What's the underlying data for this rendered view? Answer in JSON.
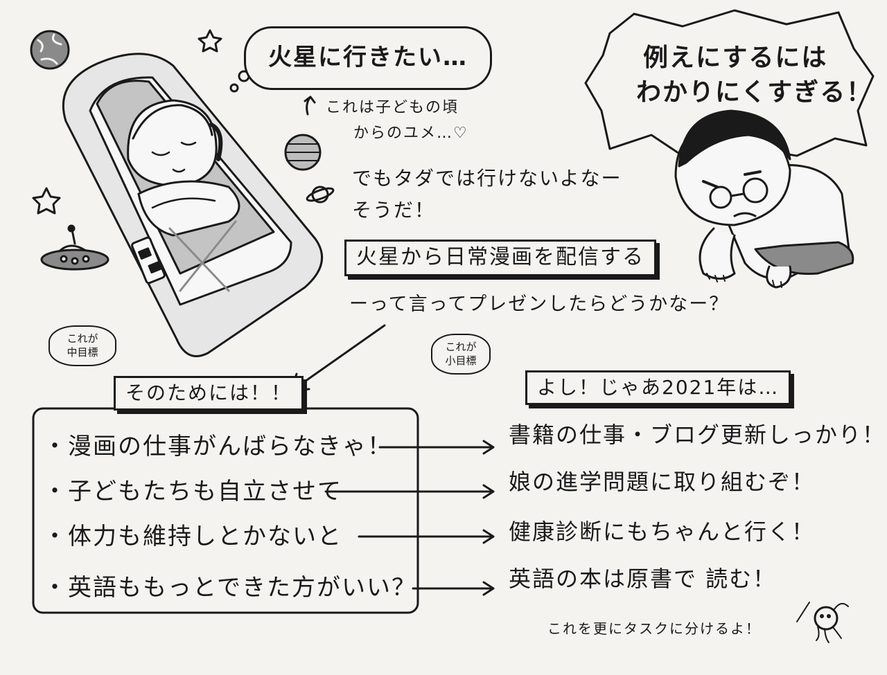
{
  "bubbles": {
    "mars_wish": "火星に行きたい…",
    "shout_line1": "例えにするには",
    "shout_line2": "わかりにくすぎる！"
  },
  "notes": {
    "childhood_dream_line1": "これは子どもの頃",
    "childhood_dream_line2": "からのユメ…♡",
    "not_free_line1": "でもタダでは行けないよなー",
    "not_free_line2": "そうだ！",
    "pitch": "ーって言ってプレゼンしたらどうかなー？",
    "split_tasks": "これを更にタスクに分けるよ！"
  },
  "goal_box": "火星から日常漫画を配信する",
  "middle_goal": {
    "tag_line1": "これが",
    "tag_line2": "中目標",
    "heading": "そのためには！！",
    "items": [
      "・漫画の仕事がんばらなきゃ！",
      "・子どもたちも自立させて",
      "・体力も維持しとかないと",
      "・英語ももっとできた方がいい？"
    ]
  },
  "small_goal": {
    "tag_line1": "これが",
    "tag_line2": "小目標",
    "heading": "よし！じゃあ2021年は…",
    "items": [
      "書籍の仕事・ブログ更新しっかり！",
      "娘の進学問題に取り組むぞ！",
      "健康診断にもちゃんと行く！",
      "英語の本は原書で 読む！"
    ]
  }
}
